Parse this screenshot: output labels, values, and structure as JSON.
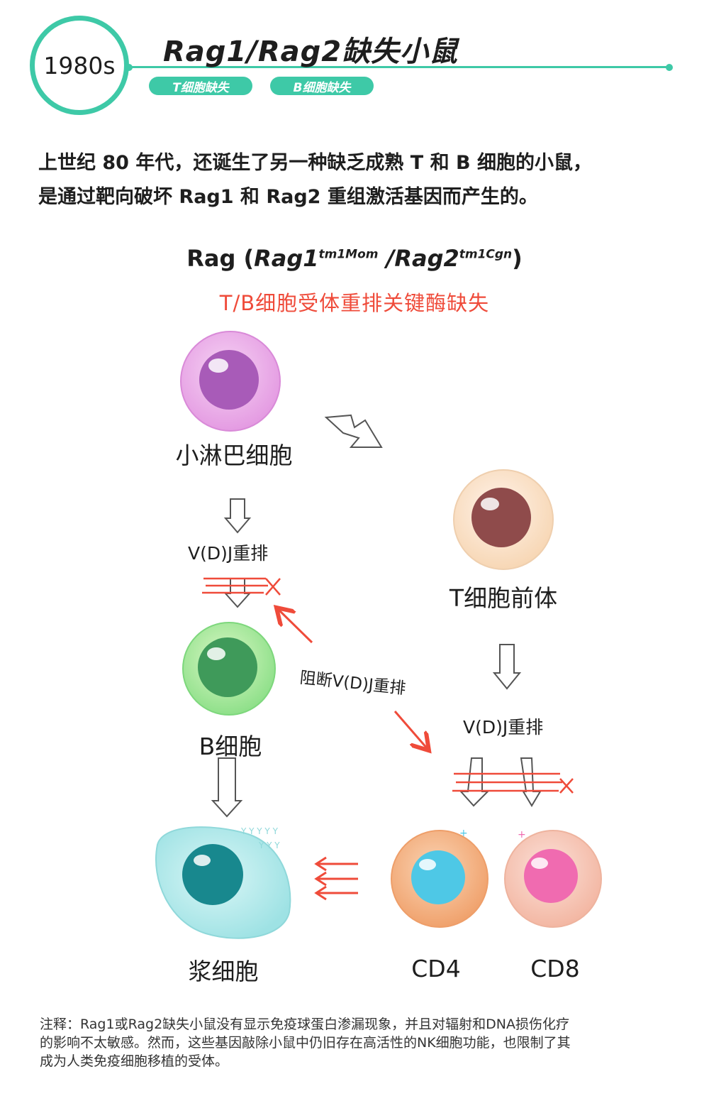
{
  "header": {
    "year": "1980s",
    "title": "Rag1/Rag2缺失小鼠",
    "tags": [
      "T细胞缺失",
      "B细胞缺失"
    ]
  },
  "intro": [
    "上世纪 80 年代，还诞生了另一种缺乏成熟 T 和 B 细胞的小鼠，",
    "是通过靶向破坏 Rag1 和 Rag2 重组激活基因而产生的。"
  ],
  "diagram": {
    "title_prefix": "Rag (",
    "title_gene1": "Rag1",
    "title_sup1": "tm1Mom",
    "title_sep": " /",
    "title_gene2": "Rag2",
    "title_sup2": "tm1Cgn",
    "title_suffix": ")",
    "subtitle": "T/B细胞受体重排关键酶缺失",
    "cells": {
      "small_lymphocyte": "小淋巴细胞",
      "t_precursor": "T细胞前体",
      "b_cell": "B细胞",
      "plasma_cell": "浆细胞",
      "cd4": "CD4",
      "cd8": "CD8"
    },
    "vdj_left": "V(D)J重排",
    "vdj_right": "V(D)J重排",
    "block_label": "阻断V(D)J重排",
    "colors": {
      "accent": "#3ec9a7",
      "red": "#ef4b3a"
    }
  },
  "footnote": [
    "注释：Rag1或Rag2缺失小鼠没有显示免疫球蛋白渗漏现象，并且对辐射和DNA损伤化疗",
    "的影响不太敏感。然而，这些基因敲除小鼠中仍旧存在高活性的NK细胞功能，也限制了其",
    "成为人类免疫细胞移植的受体。"
  ]
}
